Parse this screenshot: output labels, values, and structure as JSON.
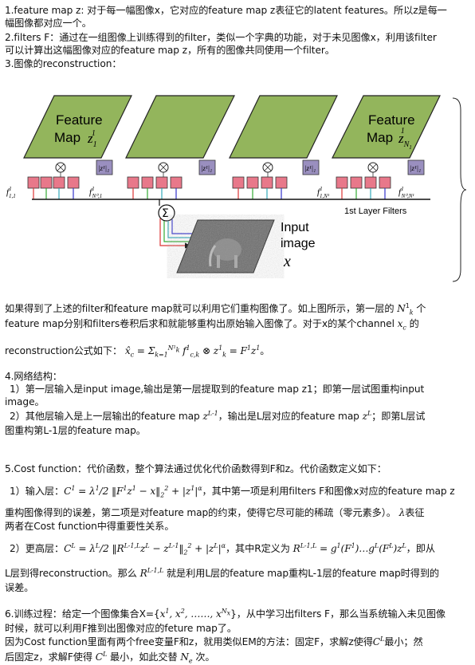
{
  "sections": {
    "s1_l1": "1.feature map z: 对于每一幅图像x，它对应的feature map z表征它的latent features。所以z是每一",
    "s1_l2": "幅图像都对应一个。",
    "s2_l1": "2.filters F：通过在一组图像上训练得到的filter，类似一个字典的功能，对于未见图像x，利用该filter",
    "s2_l2": "可以计算出这幅图像对应的feature map z，所有的图像共同使用一个filter。",
    "s3": "3.图像的reconstruction："
  },
  "figure": {
    "map1_line1": "Feature",
    "map1_line2": "Map",
    "map4_line1": "Feature",
    "map4_line2": "Map",
    "layer_filters": "1st Layer Filters",
    "input_line1": "Input",
    "input_line2": "image",
    "input_var": "x",
    "sum_symbol": "Σ",
    "otimes": "⊗",
    "f11": "f",
    "norm": "|z¹|₁"
  },
  "para1": {
    "l1a": "如果得到了上述的filter和feature map就可以利用它们重构图像了。如上图所示，第一层的",
    "l1b": "个",
    "l2a": "feature map分别和filters卷积后求和就能够重构出原始输入图像了。对于x的某个channel",
    "l2b": "的",
    "l3a": "reconstruction公式如下：",
    "l3b": "。"
  },
  "s4": {
    "title": "4.网络结构：",
    "i1_l1": "1）第一层输入是input image,输出是第一层提取到的feature map z1；即第一层试图重构input",
    "i1_l2": "image。",
    "i2_a": "2）其他层输入是上一层输出的feature map",
    "i2_b": "，输出是L层对应的feature map",
    "i2_c": "；即第L层试",
    "i2_l2": "图重构第L-1层的feature map。"
  },
  "s5": {
    "title": "5.Cost function：代价函数，整个算法通过优化代价函数得到F和z。代价函数定义如下：",
    "i1_a": "1）输入层：",
    "i1_b": "，其中第一项是利用filters F和图像x对应的feature map z",
    "i1_l2": "重构图像得到的误差，第二项是对feature map的约束，使得它尽可能的稀疏（零元素多）。",
    "i1_l2b": "表征",
    "i1_l3": "两者在Cost function中得重要性关系。",
    "i2_a": "2）更高层：",
    "i2_b": "，其中R定义为",
    "i2_c": "，即从",
    "i2_l2a": "L层到得reconstruction。那么",
    "i2_l2b": "就是利用L层的feature map重构L-1层的feature map时得到的",
    "i2_l3": "误差。"
  },
  "s6": {
    "l1a": "6.训练过程：给定一个图像集合X={",
    "l1b": "}，从中学习出filters F，那么当系统输入未见图像",
    "l2": "时候，就可以利用F推到出图像对应的feture map了。",
    "l3a": "因为Cost function里面有两个free变量F和z，就用类似EM的方法：固定F，求解z使得",
    "l3b": "最小；然",
    "l4a": "后固定z，求解F使得",
    "l4b": "最小，如此交替",
    "l4c": "次。"
  }
}
